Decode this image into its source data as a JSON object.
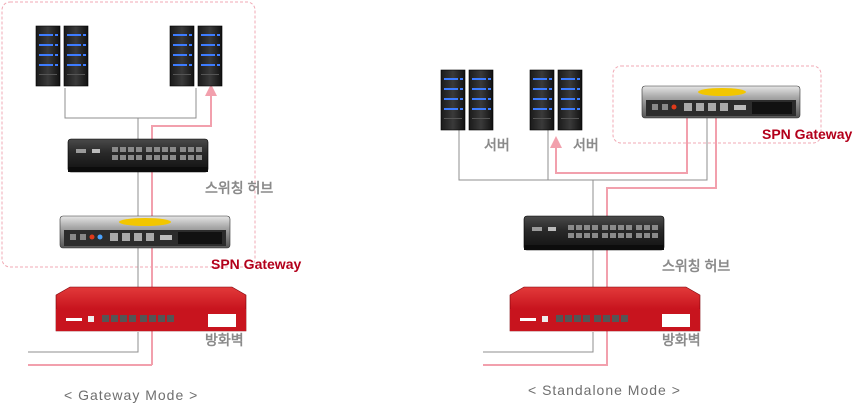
{
  "left": {
    "switch_label": "스위칭 허브",
    "gateway_label": "SPN Gateway",
    "firewall_label": "방화벽",
    "mode_label": "< Gateway Mode >"
  },
  "right": {
    "server_label_1": "서버",
    "server_label_2": "서버",
    "gateway_label": "SPN Gateway",
    "switch_label": "스위칭 허브",
    "firewall_label": "방화벽",
    "mode_label": "< Standalone Mode >"
  },
  "colors": {
    "link_gray": "#8f8f8f",
    "link_pink": "#f2a0ad",
    "dashed_box": "#f0a9b4",
    "accent_red": "#b3001b",
    "firewall_red": "#c8141e"
  }
}
